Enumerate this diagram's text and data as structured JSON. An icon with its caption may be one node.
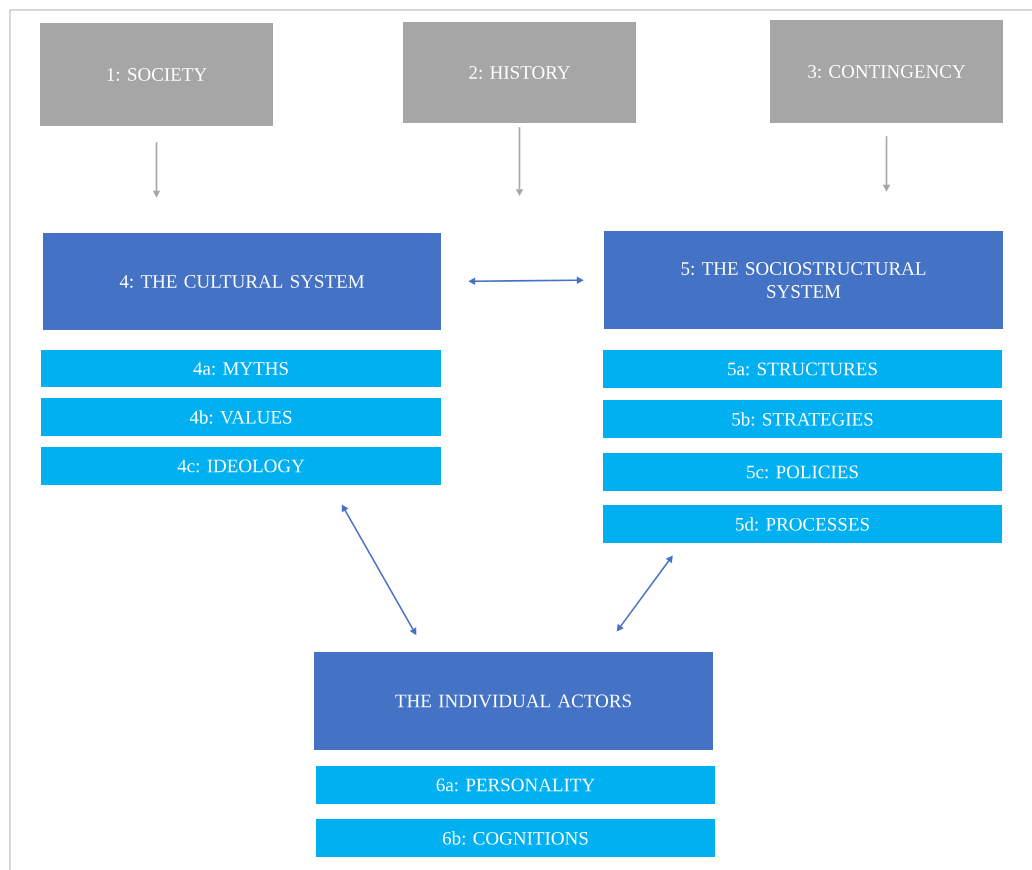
{
  "diagram": {
    "nodes": [
      {
        "text": [
          "1: SOCIETY"
        ]
      },
      {
        "text": [
          "2: HISTORY"
        ]
      },
      {
        "text": [
          "3: CONTINGENCY"
        ]
      },
      {
        "text": [
          "4: THE CULTURAL SYSTEM"
        ]
      },
      {
        "text": [
          "5: THE SOCIOSTRUCTURAL SYSTEM"
        ]
      },
      {
        "text": [
          "4a: MYTHS"
        ]
      },
      {
        "text": [
          "4b: VALUES"
        ]
      },
      {
        "text": [
          "4c: IDEOLOGY"
        ]
      },
      {
        "text": [
          "5a: STRUCTURES"
        ]
      },
      {
        "text": [
          "5b: STRATEGIES"
        ]
      },
      {
        "text": [
          "5c: POLICIES"
        ]
      },
      {
        "text": [
          "5d: PROCESSES"
        ]
      },
      {
        "text": [
          "THE INDIVIDUAL ACTORS"
        ]
      },
      {
        "text": [
          "6a: PERSONALITY"
        ]
      },
      {
        "text": [
          "6b: COGNITIONS"
        ]
      }
    ],
    "edges": [
      {
        "from": 0,
        "to": 3,
        "arrow": "to",
        "color": "#a6a6a6"
      },
      {
        "from": 1,
        "to": null,
        "arrow": "to",
        "color": "#a6a6a6"
      },
      {
        "from": 2,
        "to": 4,
        "arrow": "to",
        "color": "#a6a6a6"
      },
      {
        "from": 3,
        "to": 4,
        "arrow": "both",
        "color": "#4472c4"
      },
      {
        "from": 7,
        "to": 12,
        "arrow": "both",
        "color": "#4472c4"
      },
      {
        "from": 11,
        "to": 12,
        "arrow": "both",
        "color": "#4472c4"
      }
    ]
  }
}
